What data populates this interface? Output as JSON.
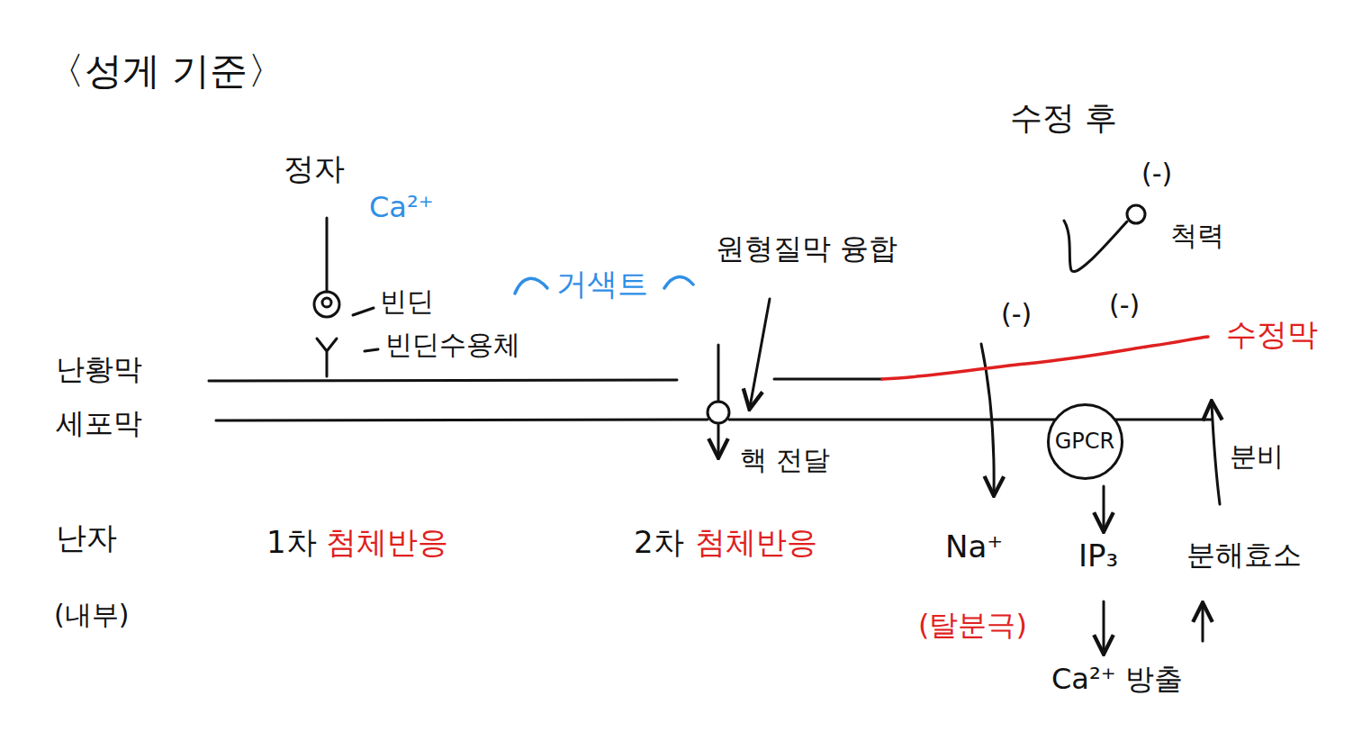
{
  "diagram": {
    "title": "〈성게 기준〉",
    "nodes": [
      {
        "text": [
          "GPCR"
        ]
      }
    ],
    "labels": [
      "정자",
      "Ca²⁺",
      "빈딘",
      "빈딘수용체",
      "거색트",
      "원형질막 융합",
      "난황막",
      "세포막",
      "핵 전달",
      "수정 후",
      "(-)",
      "척력",
      "(-)",
      "(-)",
      "수정막",
      "난자",
      "(내부)",
      "1차",
      "첨체반응",
      "2차",
      "첨체반응",
      "Na⁺",
      "(탈분극)",
      "IP₃",
      "분비",
      "분해효소",
      "Ca²⁺ 방출"
    ]
  }
}
